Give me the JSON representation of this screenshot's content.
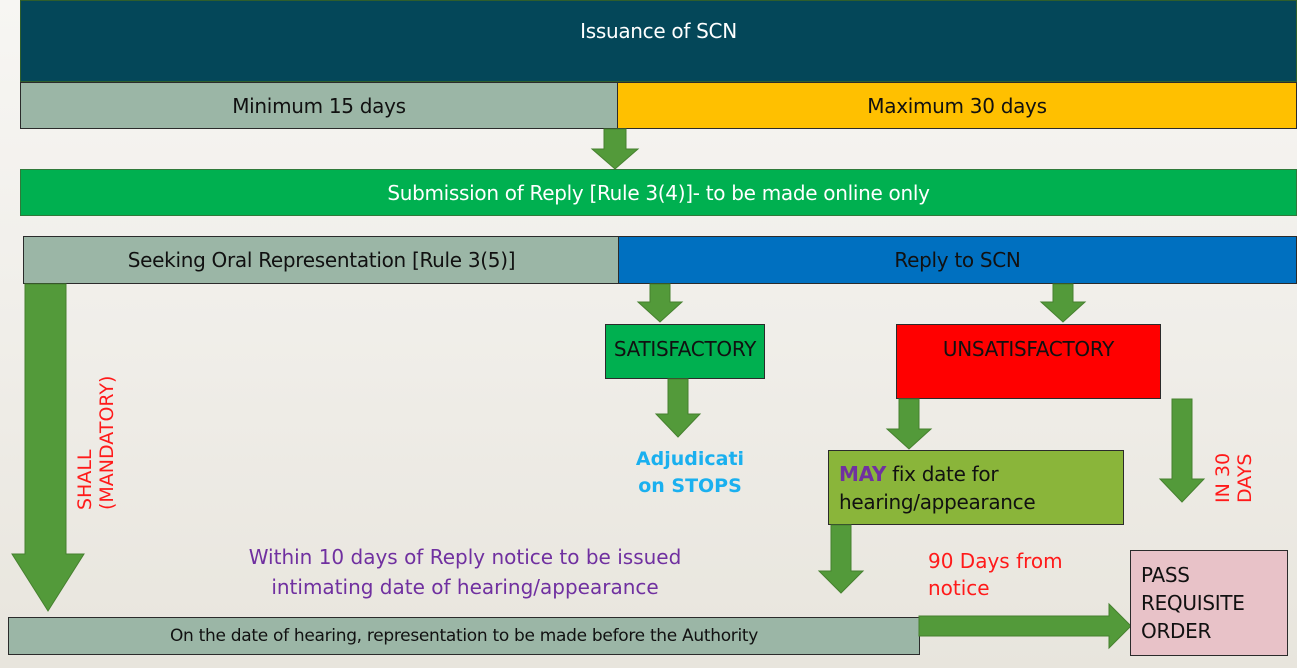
{
  "title": "Issuance of SCN",
  "timeline": {
    "min_label": "Minimum 15 days",
    "max_label": "Maximum 30 days"
  },
  "submission": "Submission of Reply [Rule 3(4)]- to be made online only",
  "branches": {
    "oral": "Seeking Oral Representation [Rule 3(5)]",
    "reply": "Reply to SCN"
  },
  "outcomes": {
    "satisfactory": "SATISFACTORY",
    "unsatisfactory": "UNSATISFACTORY",
    "adjudication_line1": "Adjudicati",
    "adjudication_line2": "on STOPS"
  },
  "may_box": {
    "emphasis": "MAY",
    "line1_rest": " fix date for",
    "line2": "hearing/appearance"
  },
  "annotations": {
    "shall_line1": "SHALL",
    "shall_line2": "(MANDATORY)",
    "in30_line1": "IN 30",
    "in30_line2": "DAYS",
    "notice_line1": "Within 10 days of Reply notice to be issued",
    "notice_line2": "intimating date of hearing/appearance",
    "ninety_line1": "90 Days from",
    "ninety_line2": "notice"
  },
  "hearing": "On the date of hearing, representation to be made before the Authority",
  "order": {
    "line1": "PASS",
    "line2": "REQUISITE",
    "line3": "ORDER"
  },
  "colors": {
    "title_bg": "#044759",
    "min_bg": "#9bb6a6",
    "max_bg": "#ffc000",
    "submission_bg": "#00b050",
    "reply_bg": "#0070c0",
    "satisfactory_bg": "#00b050",
    "unsatisfactory_bg": "#ff0000",
    "may_bg": "#8ab53a",
    "order_bg": "#e8c2c8",
    "arrow": "#539a3a",
    "annotation_red": "#ff1a1a",
    "annotation_purple": "#7030a0",
    "adjudication_blue": "#1ab0ef"
  }
}
